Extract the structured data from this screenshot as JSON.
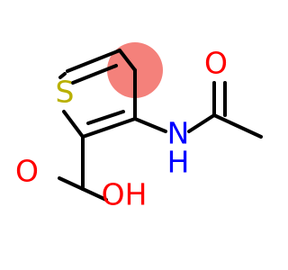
{
  "molecule": {
    "colors": {
      "bond": "#000000",
      "sulfur": "#b9b000",
      "oxygen": "#ff0000",
      "nitrogen": "#0000ff",
      "highlight": "#f4817b",
      "background": "#ffffff"
    },
    "atoms": {
      "sulfur": "S",
      "nitrogen": "N",
      "hydrogen": "H",
      "amide_oxygen": "O",
      "acid_carbonyl_oxygen": "O",
      "hydroxyl": "OH"
    }
  }
}
